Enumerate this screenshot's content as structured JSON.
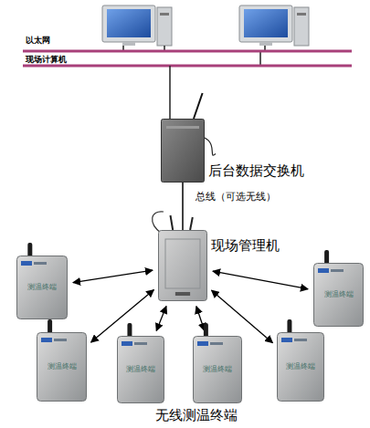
{
  "diagram": {
    "nodes": [
      {
        "text": [
          "后台数据交换机"
        ]
      },
      {
        "text": [
          "现场管理机"
        ]
      },
      {
        "text": [
          "测温终端"
        ]
      },
      {
        "text": [
          "测温终端"
        ]
      },
      {
        "text": [
          "测温终端"
        ]
      },
      {
        "text": [
          "测温终端"
        ]
      },
      {
        "text": [
          "测温终端"
        ]
      },
      {
        "text": [
          "测温终端"
        ]
      }
    ],
    "edges": [
      {
        "from": 0,
        "to": 1,
        "arrow": "none",
        "label": "总线（可选无线）"
      },
      {
        "from": 1,
        "to": 2,
        "arrow": "both"
      },
      {
        "from": 1,
        "to": 3,
        "arrow": "both"
      },
      {
        "from": 1,
        "to": 4,
        "arrow": "both"
      },
      {
        "from": 1,
        "to": 5,
        "arrow": "both"
      },
      {
        "from": 1,
        "to": 6,
        "arrow": "both"
      },
      {
        "from": 1,
        "to": 7,
        "arrow": "both"
      }
    ],
    "labels": [
      "以太网",
      "现场计算机",
      "无线测温终端"
    ]
  }
}
